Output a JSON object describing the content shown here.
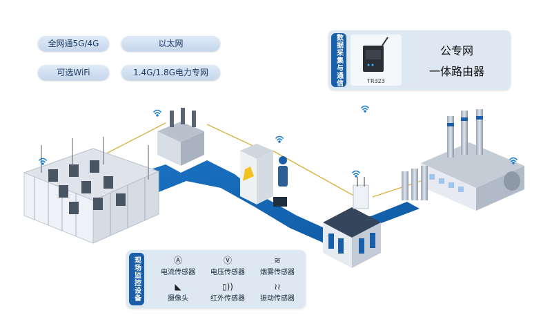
{
  "pills": [
    {
      "label": "全网通5G/4G"
    },
    {
      "label": "以太网"
    },
    {
      "label": "可选WiFi"
    },
    {
      "label": "1.4G/1.8G电力专网"
    }
  ],
  "router_panel": {
    "tab_label": "数据采集与通信",
    "device_model": "TR323",
    "line1": "公专网",
    "line2": "一体路由器"
  },
  "monitor_panel": {
    "tab_label": "现场监控设备",
    "sensors": [
      {
        "icon": "current-sensor-icon",
        "glyph": "Ⓐ",
        "label": "电流传感器"
      },
      {
        "icon": "voltage-sensor-icon",
        "glyph": "Ⓥ",
        "label": "电压传感器"
      },
      {
        "icon": "smoke-sensor-icon",
        "glyph": "≋",
        "label": "烟雾传感器"
      },
      {
        "icon": "camera-icon",
        "glyph": "◣",
        "label": "摄像头"
      },
      {
        "icon": "infrared-sensor-icon",
        "glyph": "▯))",
        "label": "红外传感器"
      },
      {
        "icon": "vibration-sensor-icon",
        "glyph": "≀≀",
        "label": "振动传感器"
      }
    ]
  },
  "colors": {
    "road": "#1768b8",
    "link_line": "#d8b240",
    "tab_blue": "#1b5ea8",
    "panel_bg": "#dde8f3",
    "wifi": "#1c7fd0"
  }
}
